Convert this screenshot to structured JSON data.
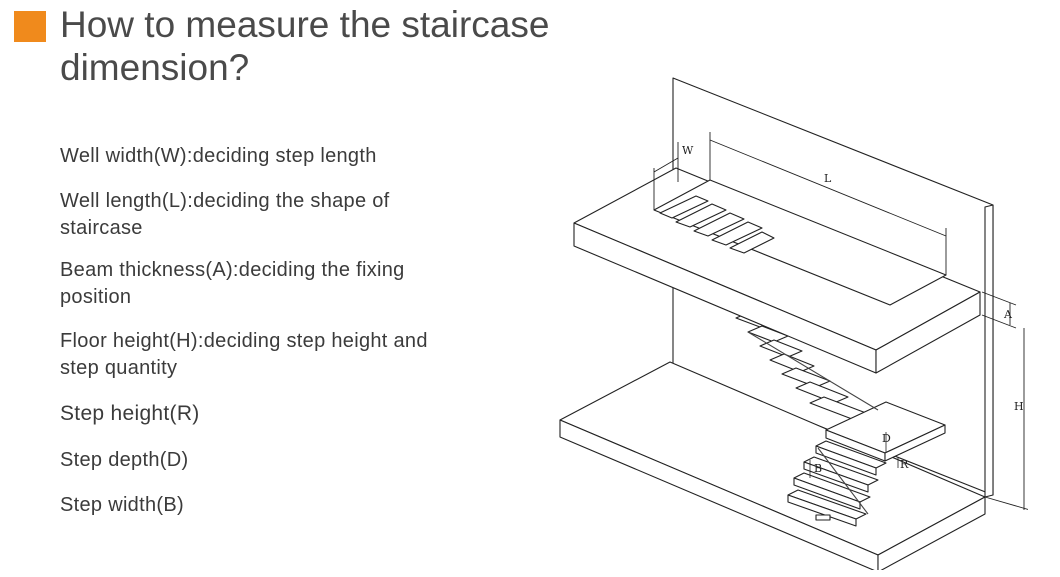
{
  "title": "How to measure the staircase dimension?",
  "items": [
    "Well width(W):deciding step length",
    "Well length(L):deciding the shape of staircase",
    "Beam thickness(A):deciding the fixing position",
    "Floor height(H):deciding step height and step quantity",
    "Step height(R)",
    "Step depth(D)",
    "Step width(B)"
  ],
  "diagram_labels": {
    "w": "W",
    "l": "L",
    "a": "A",
    "h": "H",
    "d": "D",
    "r": "R",
    "b": "B"
  },
  "colors": {
    "accent": "#f08a1c"
  }
}
